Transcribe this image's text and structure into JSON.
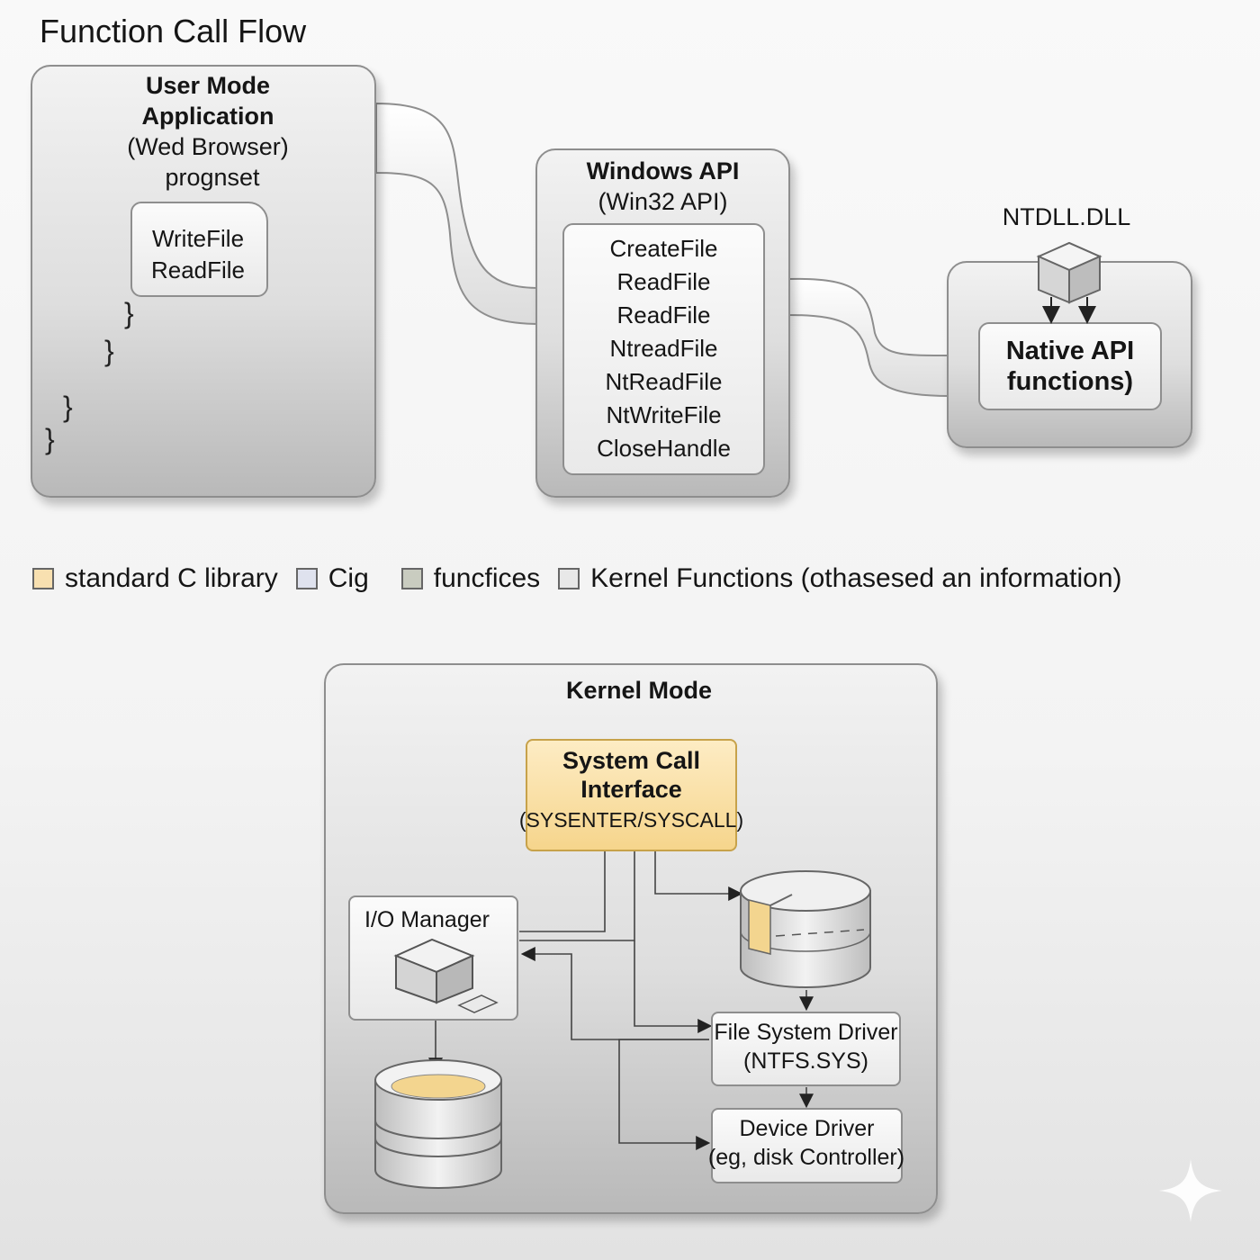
{
  "title": "Function Call Flow",
  "user_mode": {
    "title": "User Mode",
    "subtitle": "Application",
    "line1": "(Wed Browser)",
    "line2": "prognset",
    "code_box": [
      "WriteFile",
      "ReadFile"
    ],
    "braces": [
      "}",
      "}",
      "}",
      "}"
    ]
  },
  "windows_api": {
    "title": "Windows API",
    "subtitle": "(Win32 API)",
    "functions": [
      "CreateFile",
      "ReadFile",
      "ReadFile",
      "NtreadFile",
      "NtReadFile",
      "NtWriteFile",
      "CloseHandle"
    ]
  },
  "ntdll": {
    "label": "NTDLL.DLL",
    "native_line1": "Native API",
    "native_line2": "functions)"
  },
  "legend": [
    {
      "label": "standard C library",
      "color": "#f8e0b0"
    },
    {
      "label": "Cig",
      "color": "#dfe2ee"
    },
    {
      "label": "funcfices",
      "color": "#c9ccc0"
    },
    {
      "label": "Kernel Functions (othasesed an information)",
      "color": "#e8e8e8"
    }
  ],
  "kernel_mode": {
    "title": "Kernel Mode",
    "syscall": {
      "line1": "System Call",
      "line2": "Interface",
      "line3": "(SYSENTER/SYSCALL)"
    },
    "io_manager": "I/O Manager",
    "fs_driver": {
      "line1": "File System Driver",
      "line2": "(NTFS.SYS)"
    },
    "device_driver": {
      "line1": "Device Driver",
      "line2": "(eg, disk Controller)"
    }
  },
  "colors": {
    "syscall_fill": "#f8dc9a",
    "syscall_border": "#c7a24a",
    "disk_accent": "#f3d58f"
  }
}
